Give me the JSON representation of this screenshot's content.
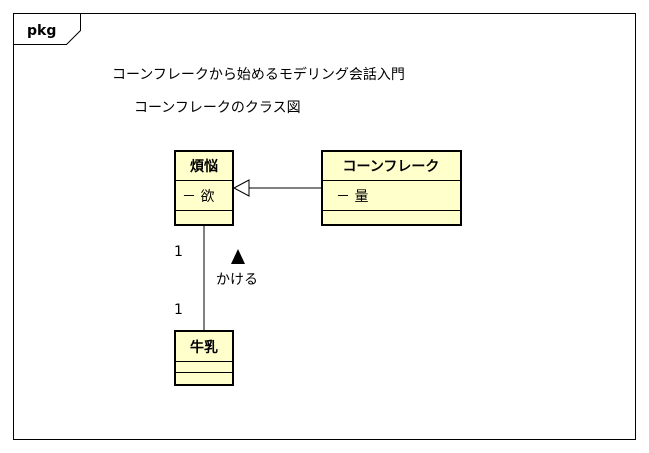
{
  "package": {
    "label": "pkg"
  },
  "captions": {
    "title": "コーンフレークから始めるモデリング会話入門",
    "subtitle": "コーンフレークのクラス図"
  },
  "classes": {
    "bonno": {
      "name": "煩悩",
      "attribute": "－ 欲"
    },
    "cornflakes": {
      "name": "コーンフレーク",
      "attribute": "－ 量"
    },
    "milk": {
      "name": "牛乳",
      "attribute": ""
    }
  },
  "association": {
    "label": "かける",
    "multiplicity_top": "1",
    "multiplicity_bottom": "1"
  },
  "colors": {
    "class_fill": "#ffffcc",
    "stroke": "#000000",
    "background": "#ffffff"
  }
}
